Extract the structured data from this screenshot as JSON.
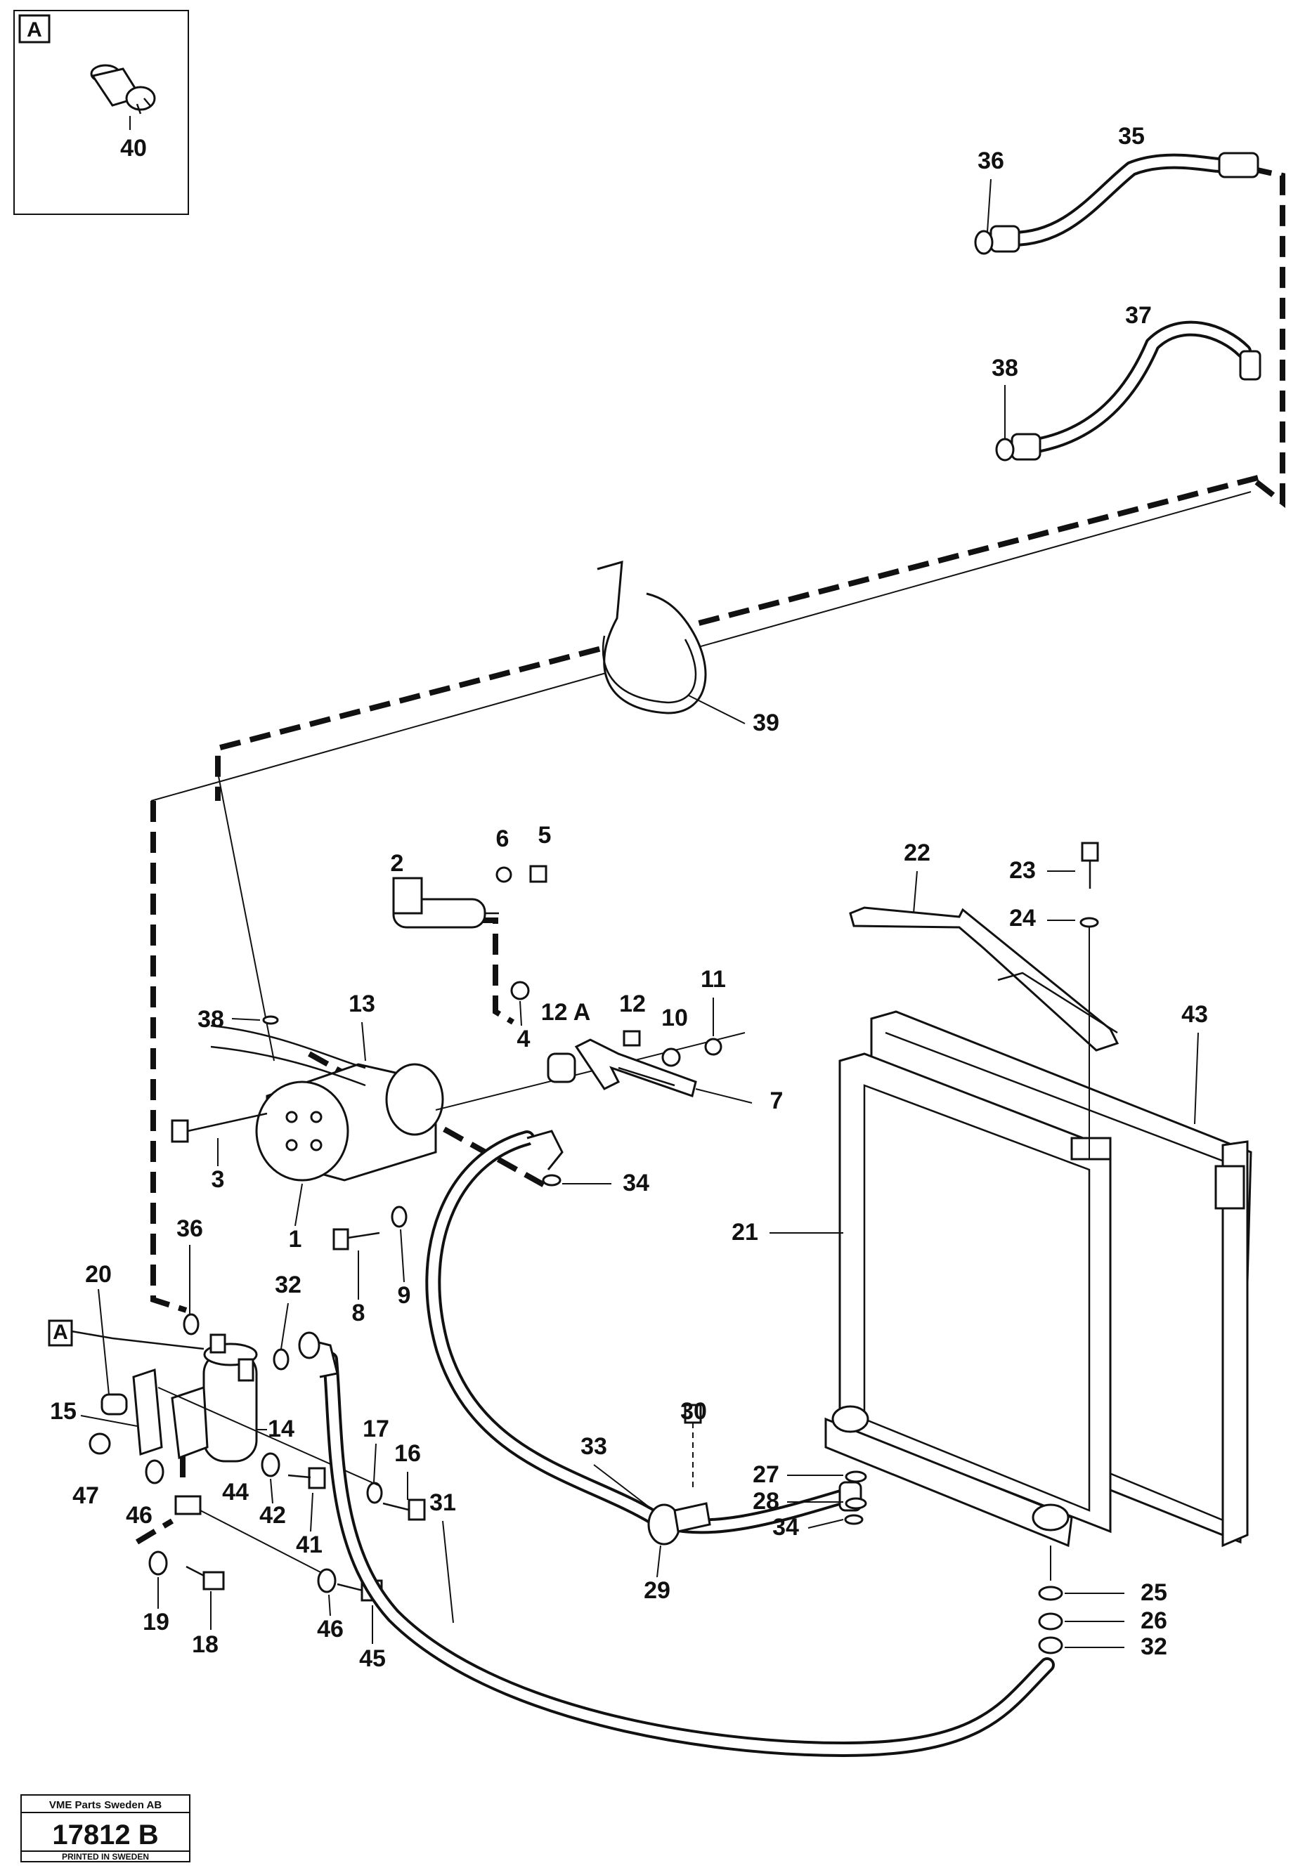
{
  "callouts": {
    "A": "A",
    "c1": "1",
    "c2": "2",
    "c3": "3",
    "c4": "4",
    "c5": "5",
    "c6": "6",
    "c7": "7",
    "c8": "8",
    "c9": "9",
    "c10": "10",
    "c11": "11",
    "c12": "12",
    "c12a": "12 A",
    "c13": "13",
    "c14": "14",
    "c15": "15",
    "c16": "16",
    "c17": "17",
    "c18": "18",
    "c19": "19",
    "c20": "20",
    "c21": "21",
    "c22": "22",
    "c23": "23",
    "c24": "24",
    "c25": "25",
    "c26": "26",
    "c27": "27",
    "c28": "28",
    "c29": "29",
    "c30": "30",
    "c31": "31",
    "c32": "32",
    "c33": "33",
    "c34": "34",
    "c35": "35",
    "c36": "36",
    "c37": "37",
    "c38": "38",
    "c39": "39",
    "c40": "40",
    "c41": "41",
    "c42": "42",
    "c43": "43",
    "c44": "44",
    "c45": "45",
    "c46": "46",
    "c47": "47"
  },
  "stamp": {
    "company": "VME Parts Sweden AB",
    "number": "17812 B",
    "footer": "PRINTED IN SWEDEN"
  }
}
